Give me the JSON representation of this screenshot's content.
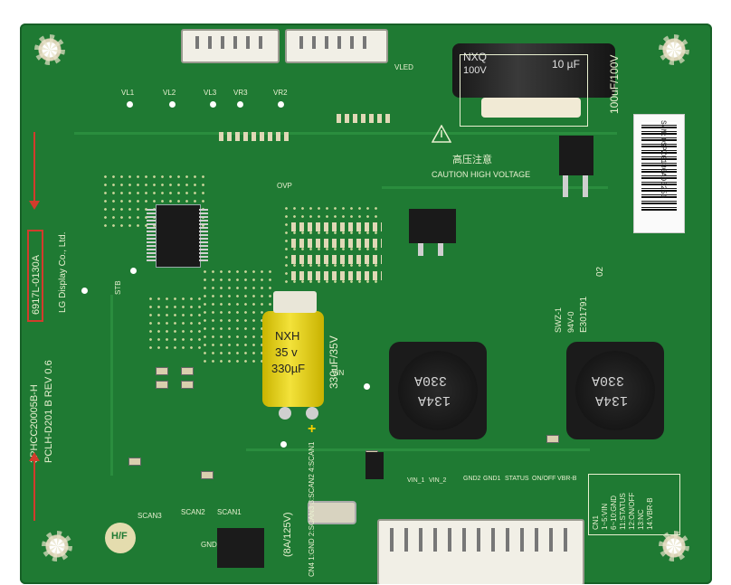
{
  "board": {
    "part_number": "6917L-0130A",
    "maker": "LG Display Co., Ltd.",
    "pcb_id": "3PHCC20005B-H",
    "pcb_rev": "PCLH-D201 B REV 0.6",
    "hf_mark": "H/F"
  },
  "capacitors": {
    "big_label": "100uF/100V",
    "big_brand": "NXQ",
    "big_value": "10 µF",
    "big_voltage": "100V",
    "small_label": "330uF/35V",
    "small_brand": "NXH",
    "small_voltage": "35 v",
    "small_value": "330µF"
  },
  "warning": {
    "cn_text": "高压注意",
    "en_text": "CAUTION HIGH VOLTAGE"
  },
  "sticker": {
    "serial": "S/N:0SPZG130A05256"
  },
  "inductors": [
    {
      "line1": "330A",
      "line2": "134A"
    },
    {
      "line1": "330A",
      "line2": "134A"
    }
  ],
  "fuse": {
    "label": "(8A/125V)"
  },
  "markings": {
    "swz": "SWZ-1",
    "code": "E301791",
    "num": "02",
    "flame": "94V-0"
  },
  "cn1_legend": [
    "CN1",
    "1~5:VIN",
    "6~10:GND",
    "11:STATUS",
    "12:ON/OFF",
    "13:NC",
    "14:VBR-B"
  ],
  "cn4_legend": [
    "CN4",
    "1:GND",
    "2:SCAN3",
    "3:SCAN2",
    "4:SCAN1"
  ],
  "pins_top": [
    "VIN_1",
    "VIN_2",
    "GND2",
    "GND1",
    "STATUS",
    "ON/OFF",
    "VBR-B"
  ],
  "silk": {
    "vl1": "VL1",
    "vl2": "VL2",
    "vl3": "VL3",
    "vr3": "VR3",
    "vr2": "VR2",
    "vled": "VLED",
    "ovp": "OVP",
    "stb": "STB",
    "vin": "VIN",
    "gnd": "GND",
    "scan1": "SCAN1",
    "scan2": "SCAN2",
    "scan3": "SCAN3",
    "plus": "+"
  },
  "colors": {
    "pcb": "#1f7a33",
    "silkscreen": "#e8f0d0",
    "annotation": "#d23c2c"
  }
}
